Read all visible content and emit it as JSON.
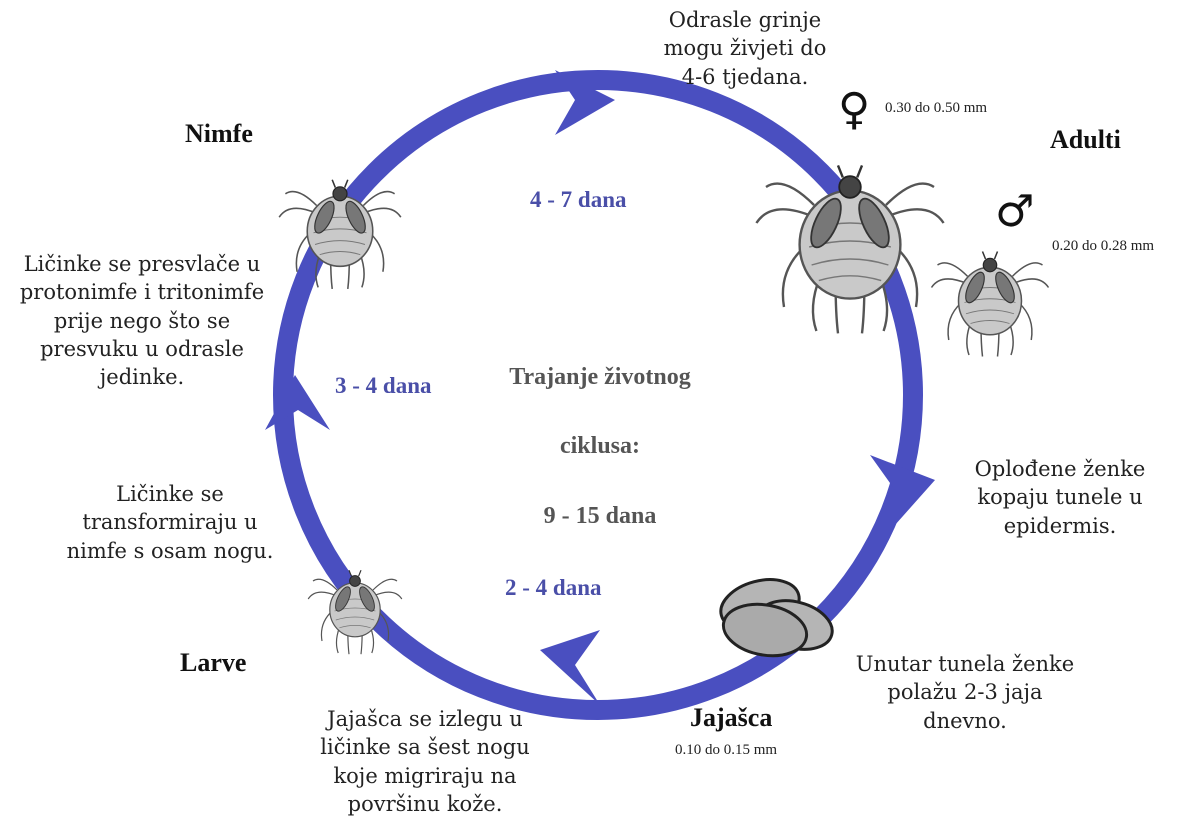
{
  "colors": {
    "cycle": "#4a4fc0",
    "duration_text": "#4a4fa8",
    "center_text": "#555555"
  },
  "stages": {
    "nymphs": "Nimfe",
    "adults": "Adulti",
    "larvae": "Larve",
    "eggs": "Jajašca"
  },
  "durations": {
    "nymph_to_adult": "4 - 7 dana",
    "larva_to_nymph": "3 - 4 dana",
    "egg_to_larva": "2 - 4 dana"
  },
  "center": {
    "line1": "Trajanje životnog",
    "line2": "ciklusa:",
    "line3": "9 - 15 dana"
  },
  "notes": {
    "adult_lifespan": "Odrasle grinje\nmogu živjeti do\n4-6 tjedana.",
    "molting": "Ličinke se presvlače u\nprotonimfe i tritonimfe\nprije nego što se\npresvuku u odrasle\njedinke.",
    "larva_transform": "Ličinke se\ntransformiraju u\nnimfe s osam nogu.",
    "hatching": "Jajašca se izlegu u\nličinke sa šest nogu\nkoje migriraju na\npovršinu kože.",
    "laying": "Unutar tunela ženke\npolažu 2-3 jaja\ndnevno.",
    "burrowing": "Oplođene ženke\nkopaju tunele u\nepidermis."
  },
  "sizes": {
    "female": "0.30 do 0.50 mm",
    "male": "0.20 do 0.28 mm",
    "eggs": "0.10 do 0.15 mm"
  },
  "symbols": {
    "female": "♀",
    "male": "♂"
  },
  "icons": [
    "female-symbol-icon",
    "male-symbol-icon",
    "mite-illustration-icon",
    "egg-cluster-icon",
    "cycle-arrow-icon"
  ]
}
